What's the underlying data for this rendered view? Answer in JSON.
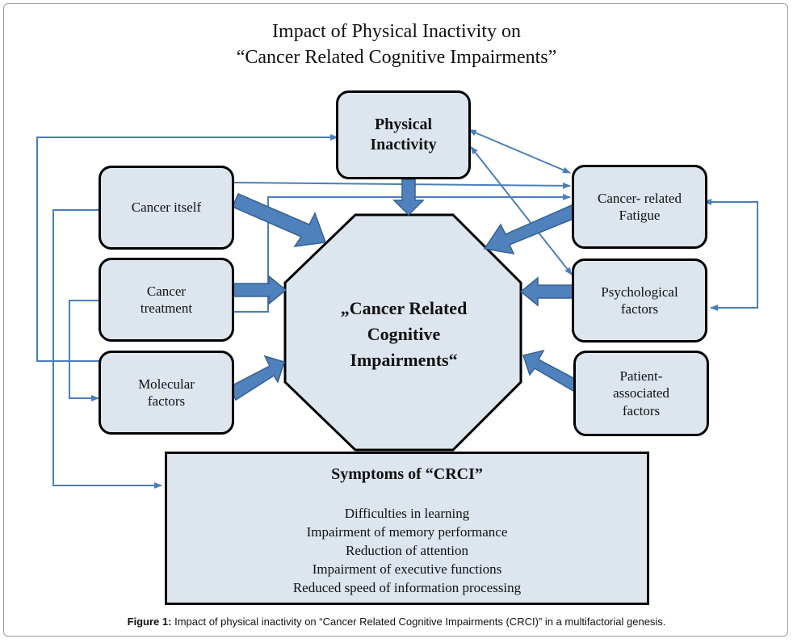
{
  "title": {
    "line1": "Impact of Physical Inactivity on",
    "line2": "“Cancer Related Cognitive Impairments”"
  },
  "nodes": {
    "physical_inactivity": "Physical\nInactivity",
    "cancer_itself": "Cancer itself",
    "cancer_treatment": "Cancer\ntreatment",
    "molecular_factors": "Molecular\nfactors",
    "cancer_related_fatigue": "Cancer- related\nFatigue",
    "psychological_factors": "Psychological\nfactors",
    "patient_associated_factors": "Patient-\nassociated\nfactors",
    "crci": "„Cancer Related\nCognitive\nImpairments“"
  },
  "symptoms": {
    "title": "Symptoms of “CRCI”",
    "items": [
      "Difficulties in learning",
      "Impairment of memory performance",
      "Reduction of attention",
      "Impairment of executive functions",
      "Reduced speed of information processing"
    ]
  },
  "caption": {
    "label": "Figure 1:",
    "text": " Impact of physical inactivity on “Cancer Related Cognitive Impairments (CRCI)” in a multifactorial genesis."
  },
  "colors": {
    "box_fill": "#dde5ee",
    "arrow_fill": "#4f81bd",
    "arrow_stroke": "#35608f",
    "connector": "#4a7ebb"
  }
}
